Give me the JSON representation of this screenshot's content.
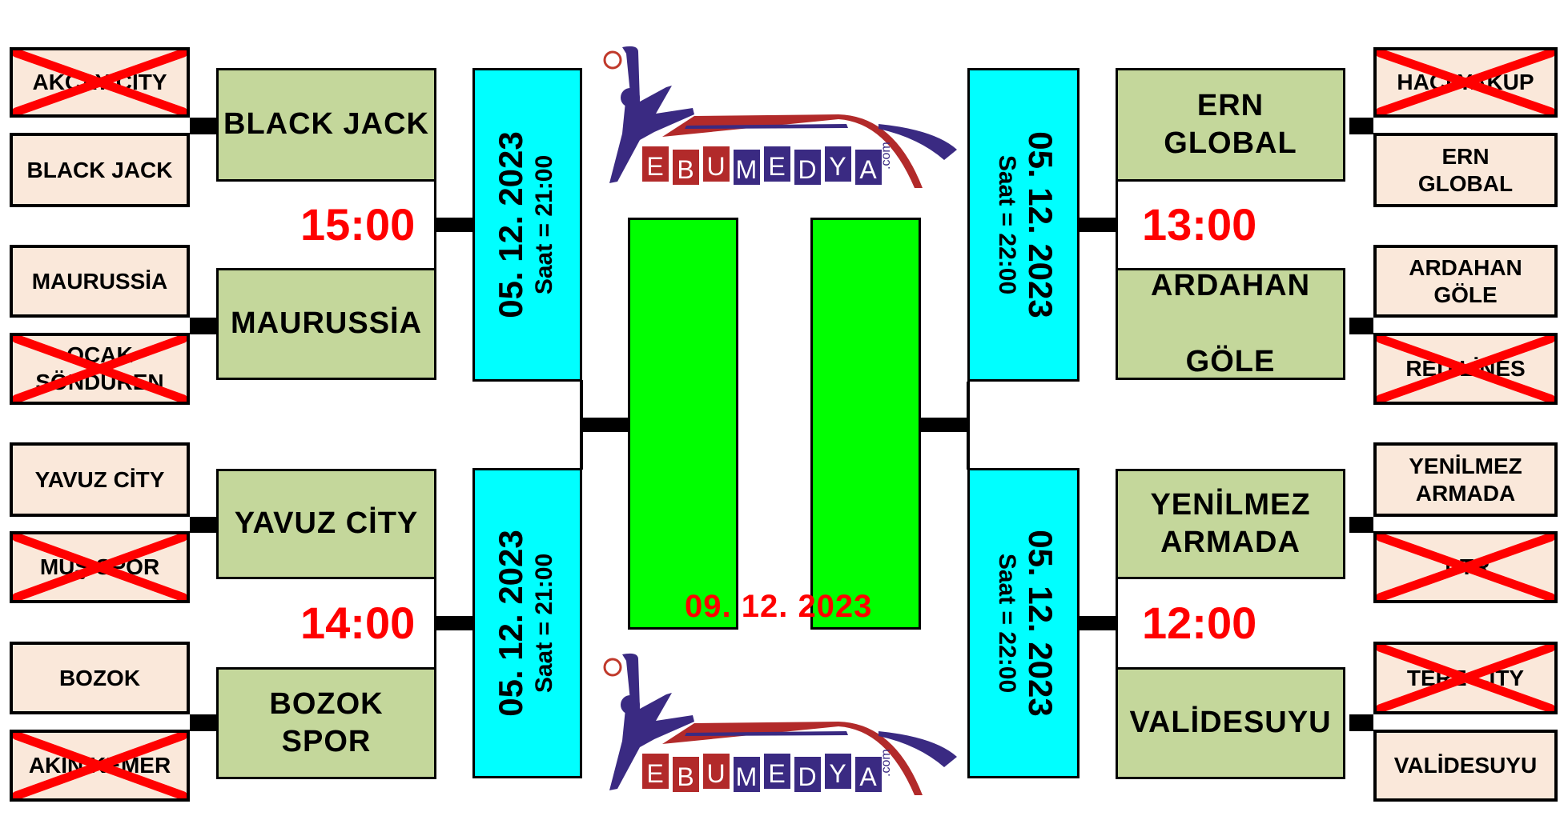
{
  "left": {
    "round1": [
      {
        "name": "AKCAY CİTY",
        "eliminated": true
      },
      {
        "name": "BLACK JACK",
        "eliminated": false
      },
      {
        "name": "MAURUSSİA",
        "eliminated": false
      },
      {
        "name": "OCAK\nSÖNDÜREN",
        "eliminated": true
      },
      {
        "name": "YAVUZ CİTY",
        "eliminated": false
      },
      {
        "name": "MUŞ SPOR",
        "eliminated": true
      },
      {
        "name": "BOZOK",
        "eliminated": false
      },
      {
        "name": "AKIN KEMER",
        "eliminated": true
      }
    ],
    "round2": [
      "BLACK JACK",
      "MAURUSSİA",
      "YAVUZ CİTY",
      "BOZOK\nSPOR"
    ],
    "times": [
      "15:00",
      "14:00"
    ],
    "semis": [
      {
        "date": "05. 12. 2023",
        "time": "Saat = 21:00"
      },
      {
        "date": "05. 12. 2023",
        "time": "Saat = 21:00"
      }
    ]
  },
  "right": {
    "round1": [
      {
        "name": "HACI YAKUP",
        "eliminated": true
      },
      {
        "name": "ERN\nGLOBAL",
        "eliminated": false
      },
      {
        "name": "ARDAHAN\nGÖLE",
        "eliminated": false
      },
      {
        "name": "RED LİNES",
        "eliminated": true
      },
      {
        "name": "YENİLMEZ\nARMADA",
        "eliminated": false
      },
      {
        "name": "1 TR",
        "eliminated": true
      },
      {
        "name": "TERE CİTY",
        "eliminated": true
      },
      {
        "name": "VALİDESUYU",
        "eliminated": false
      }
    ],
    "round2": [
      "ERN\nGLOBAL",
      "ARDAHAN\n\nGÖLE",
      "YENİLMEZ\nARMADA",
      "VALİDESUYU"
    ],
    "times": [
      "13:00",
      "12:00"
    ],
    "semis": [
      {
        "date": "05. 12. 2023",
        "time": "Saat = 22:00"
      },
      {
        "date": "05. 12. 2023",
        "time": "Saat = 22:00"
      }
    ]
  },
  "final": {
    "date": "09. 12. 2023"
  },
  "logo": {
    "text": "EBUMEDYA",
    "suffix": ".com"
  },
  "colors": {
    "team": "#fae8da",
    "winner": "#c4d79b",
    "date_box": "#00ffff",
    "final_box": "#00ff00",
    "accent": "#ff0000"
  }
}
